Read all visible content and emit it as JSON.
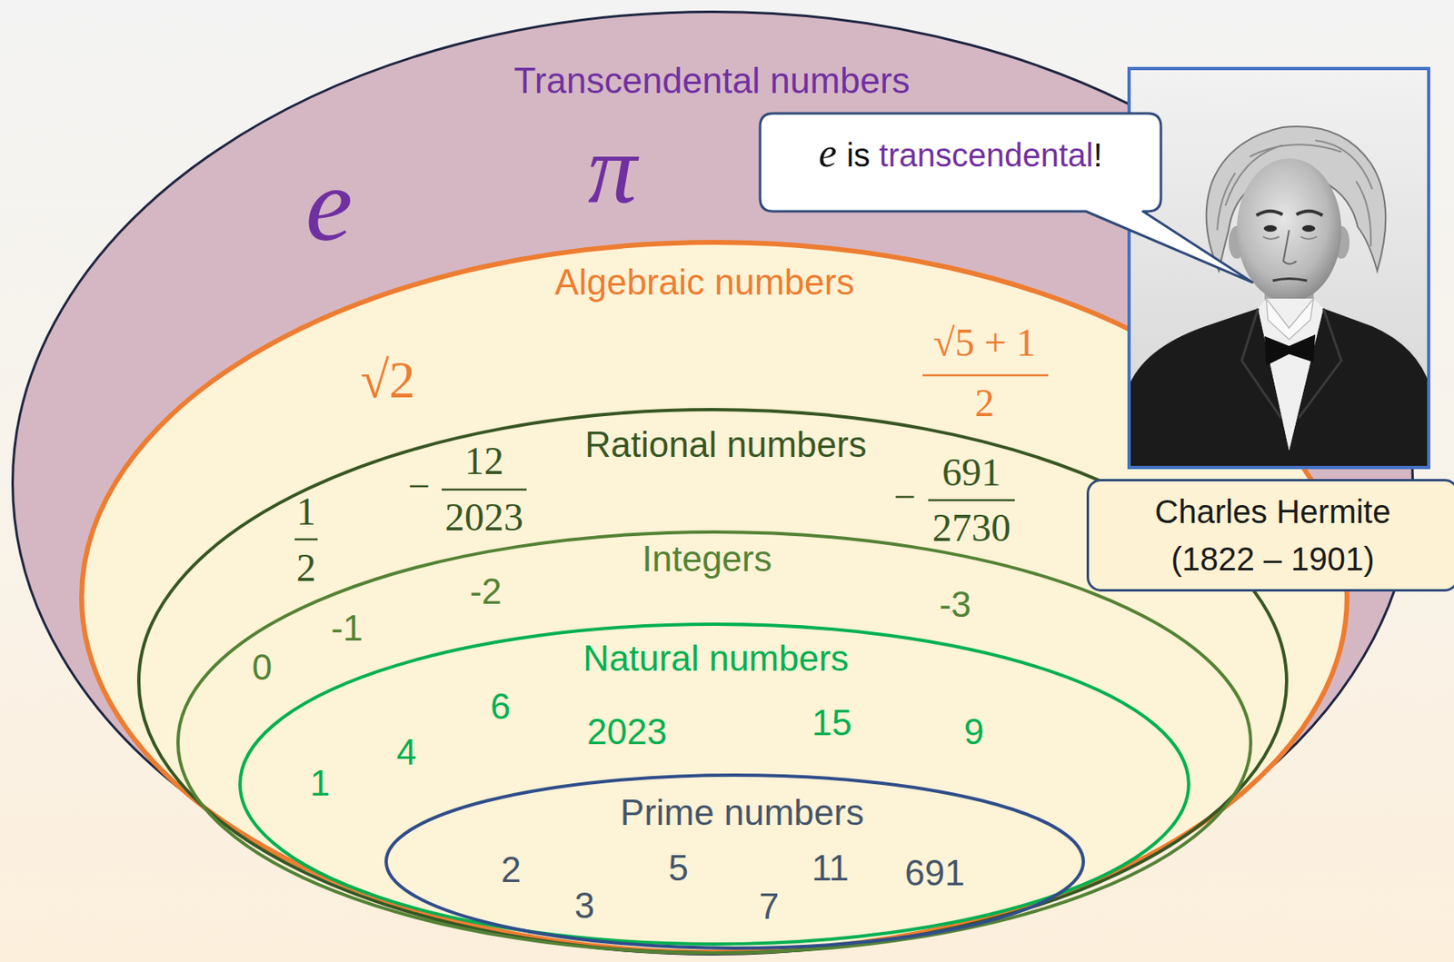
{
  "diagram": {
    "nodes": [
      {
        "text": [
          "Transcendental numbers",
          "e",
          "π"
        ]
      },
      {
        "text": [
          "Algebraic numbers",
          "√2",
          "√5 + 1",
          "2"
        ],
        "in": 0
      },
      {
        "text": [
          "Rational numbers",
          "1",
          "2",
          "−",
          "12",
          "2023",
          "−",
          "691",
          "2730"
        ],
        "in": 1
      },
      {
        "text": [
          "Integers",
          "0",
          "-1",
          "-2",
          "-3"
        ],
        "in": 2
      },
      {
        "text": [
          "Natural numbers",
          "1",
          "4",
          "6",
          "2023",
          "15",
          "9"
        ],
        "in": 3
      },
      {
        "text": [
          "Prime numbers",
          "2",
          "3",
          "5",
          "7",
          "11",
          "691"
        ],
        "in": 4
      },
      {
        "text": [
          "e",
          "is",
          "transcendental",
          "!"
        ]
      },
      {
        "text": [
          "Charles Hermite",
          "(1822 – 1901)"
        ]
      }
    ]
  }
}
